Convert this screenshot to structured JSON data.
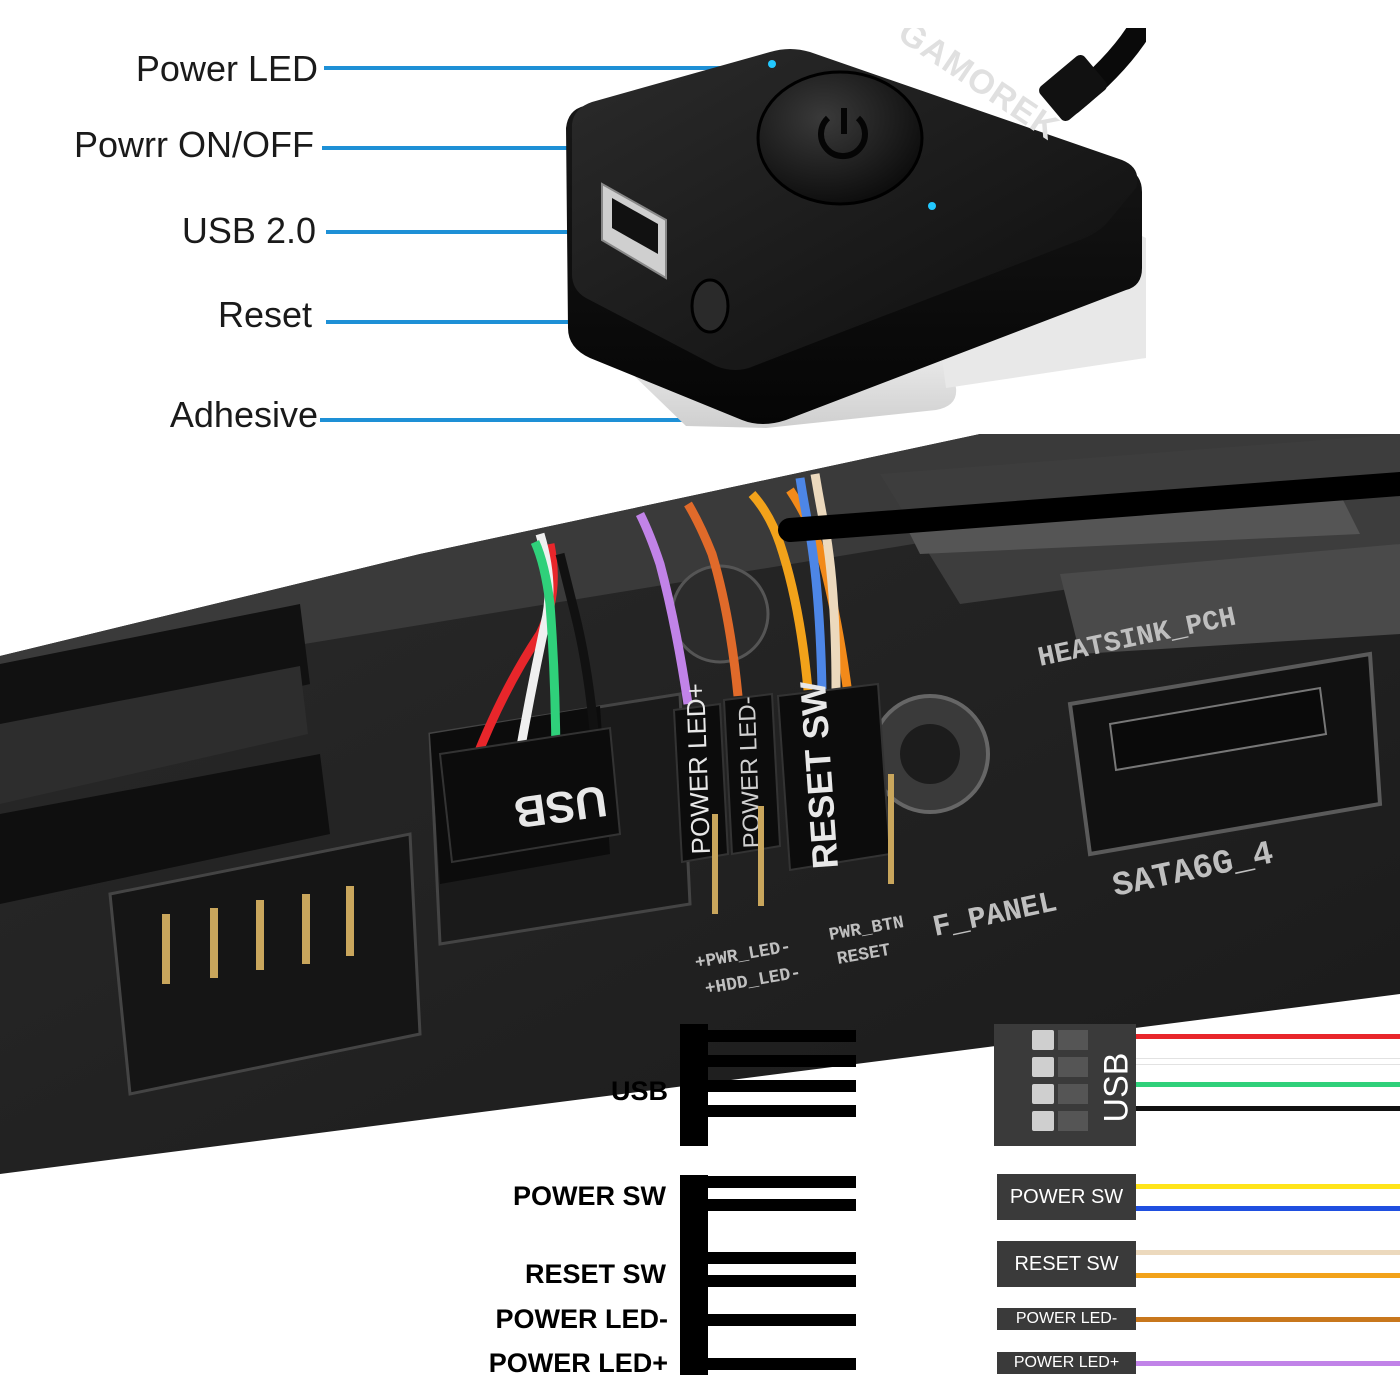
{
  "brand": "GAMOREK",
  "callouts": [
    {
      "id": "power-led",
      "label": "Power LED"
    },
    {
      "id": "power-switch",
      "label": "Powrr ON/OFF"
    },
    {
      "id": "usb",
      "label": "USB 2.0"
    },
    {
      "id": "reset",
      "label": "Reset"
    },
    {
      "id": "adhesive",
      "label": "Adhesive"
    }
  ],
  "board": {
    "header_labels": [
      "USB",
      "POWER LED+",
      "POWER LED-",
      "RESET SW"
    ],
    "silkscreen": [
      "HEATSINK_PCH",
      "SATA6G_4",
      "F_PANEL",
      "+PWR_LED-",
      "PWR_BTN",
      "+HDD_LED-",
      "RESET"
    ]
  },
  "pinout": {
    "labels": [
      "USB",
      "POWER SW",
      "RESET SW",
      "POWER LED-",
      "POWER LED+"
    ],
    "connectors": [
      {
        "label": "USB",
        "wires": [
          "#e8262b",
          "#ffffff",
          "#2fd07a",
          "#111111"
        ]
      },
      {
        "label": "POWER SW",
        "wires": [
          "#ffe41a",
          "#1f4fe0"
        ]
      },
      {
        "label": "RESET SW",
        "wires": [
          "#ecd9bd",
          "#f2a21a"
        ]
      },
      {
        "label": "POWER LED-",
        "wires": [
          "#c8771c"
        ]
      },
      {
        "label": "POWER LED+",
        "wires": [
          "#c183e8"
        ]
      }
    ]
  },
  "colors": {
    "accent": "#1e90d6",
    "led": "#22c8ff"
  }
}
